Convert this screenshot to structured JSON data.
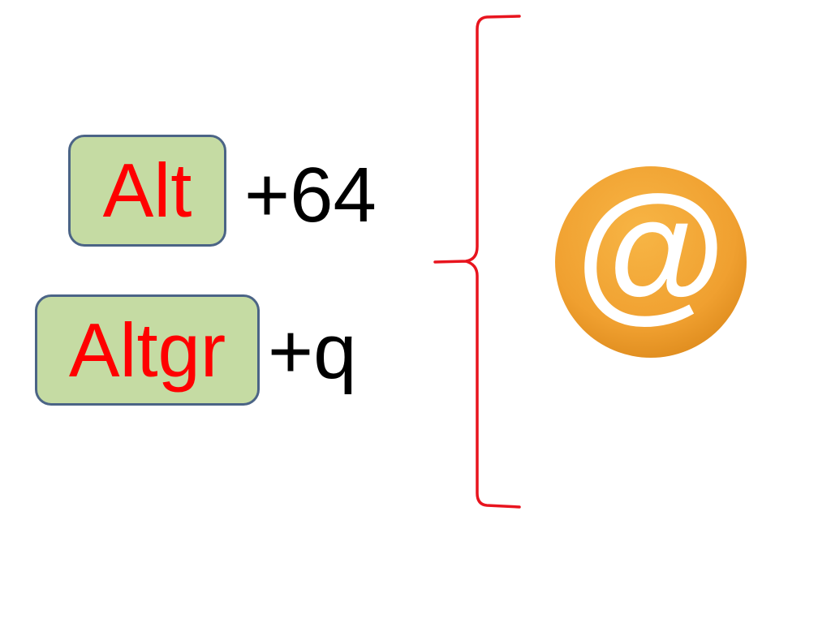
{
  "rows": [
    {
      "key_label": "Alt",
      "combo": "+64"
    },
    {
      "key_label": "Altgr",
      "combo": "+q"
    }
  ],
  "result": {
    "icon": "at-sign-icon",
    "symbol": "@",
    "circle_color": "#f0a030"
  },
  "colors": {
    "key_fill": "#c5dba3",
    "key_border": "#4b6486",
    "key_text": "#ff0000",
    "brace": "#e8141e"
  }
}
